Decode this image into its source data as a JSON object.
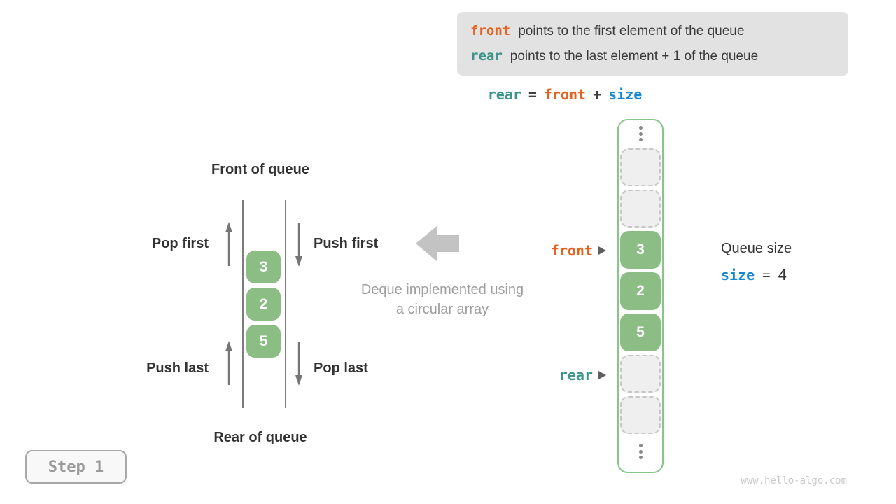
{
  "colors": {
    "orange": "#e8601c",
    "teal": "#3d948a",
    "blue": "#1787d1",
    "green_cell": "#8cbd85",
    "green_border": "#87c688",
    "caption_gray": "#9e9e9e"
  },
  "legend_box": {
    "line1": {
      "keyword": "front",
      "text": "points to the first element of the queue"
    },
    "line2": {
      "keyword": "rear",
      "text": "points to the last element + 1 of the queue"
    }
  },
  "formula": {
    "lhs": "rear",
    "eq": "=",
    "mid": "front",
    "plus": "+",
    "rhs": "size"
  },
  "deque": {
    "front_of_queue": "Front of queue",
    "rear_of_queue": "Rear of queue",
    "pop_first": "Pop first",
    "push_first": "Push first",
    "push_last": "Push last",
    "pop_last": "Pop last",
    "values": [
      "3",
      "2",
      "5"
    ]
  },
  "caption": {
    "line1": "Deque implemented using",
    "line2": "a circular array"
  },
  "array": {
    "front_pointer": "front",
    "rear_pointer": "rear",
    "cells": [
      {
        "state": "empty",
        "value": ""
      },
      {
        "state": "empty",
        "value": ""
      },
      {
        "state": "filled",
        "value": "3"
      },
      {
        "state": "filled",
        "value": "2"
      },
      {
        "state": "filled",
        "value": "5"
      },
      {
        "state": "empty",
        "value": ""
      },
      {
        "state": "empty",
        "value": ""
      }
    ]
  },
  "queue_size": {
    "title": "Queue size",
    "keyword": "size",
    "equals": "=",
    "value": "4"
  },
  "step_label": "Step 1",
  "watermark": "www.hello-algo.com"
}
